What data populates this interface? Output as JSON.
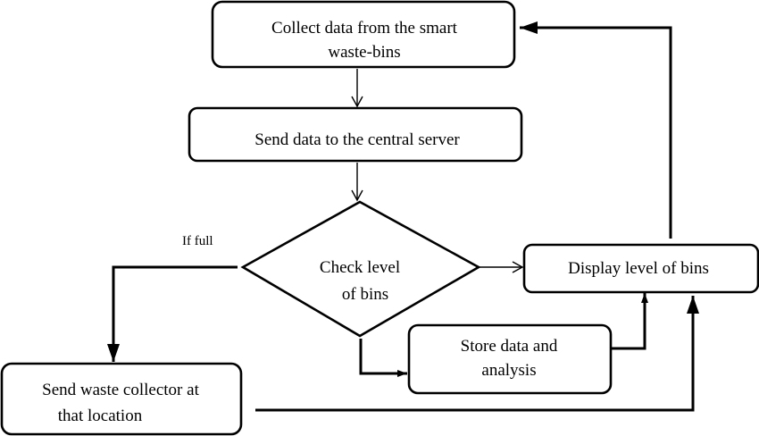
{
  "nodes": {
    "collect": {
      "line1": "Collect data from the smart",
      "line2": "waste-bins"
    },
    "send_server": {
      "label": "Send data to the central server"
    },
    "check": {
      "line1": "Check level",
      "line2": "of bins"
    },
    "display": {
      "label": "Display level of bins"
    },
    "store": {
      "line1": "Store data and",
      "line2": "analysis"
    },
    "send_collector": {
      "line1": "Send waste collector at",
      "line2": "that location"
    }
  },
  "edge_labels": {
    "if_full": "If full"
  }
}
